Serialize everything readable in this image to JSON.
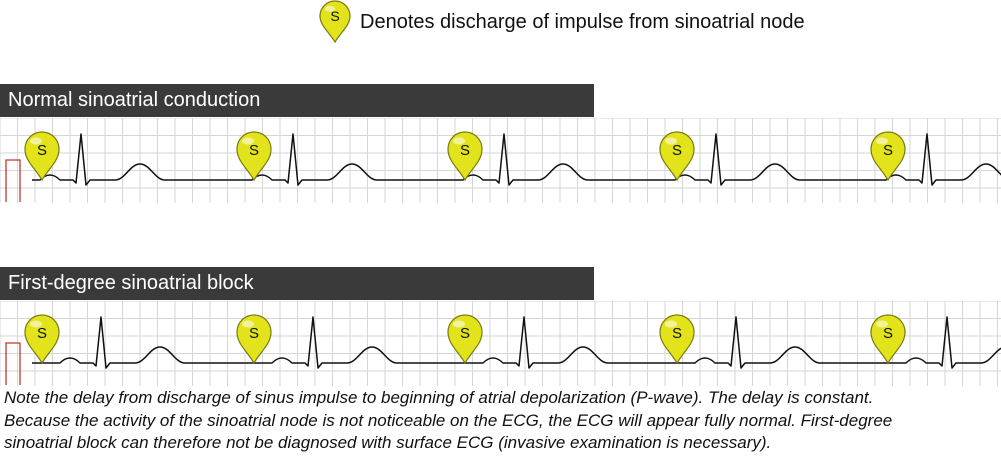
{
  "legend": {
    "marker_letter": "S",
    "text": "Denotes discharge of impulse from sinoatrial node"
  },
  "panels": [
    {
      "title": "Normal sinoatrial conduction",
      "marker_letter": "S",
      "p_delay": 0
    },
    {
      "title": "First-degree sinoatrial block",
      "marker_letter": "S",
      "p_delay": 1
    }
  ],
  "note": {
    "lines": [
      "Note the delay from discharge of sinus impulse to beginning of atrial depolarization (P-wave). The delay is constant.",
      "Because the activity of the sinoatrial node is not noticeable on the ECG, the ECG will appear fully normal. First-degree",
      "sinoatrial block can therefore not be diagnosed with surface ECG (invasive examination is necessary)."
    ]
  },
  "colors": {
    "marker_fill": "#e3e31c",
    "marker_stroke": "#7a7a10",
    "header_bg": "#3a3a3a",
    "grid": "#d6d6d6",
    "calibration": "#c0392b",
    "trace": "#111111"
  }
}
